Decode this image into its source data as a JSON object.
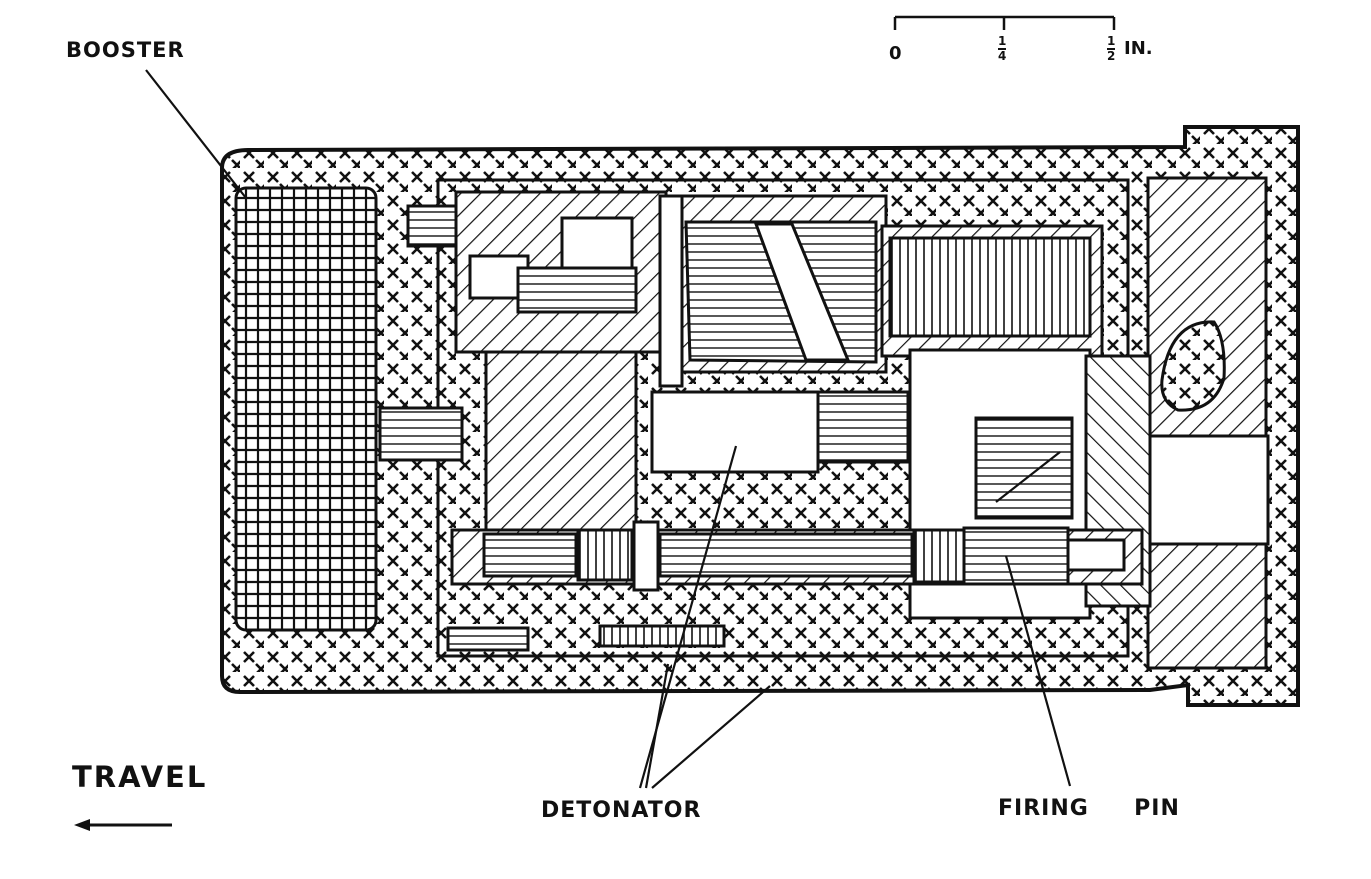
{
  "labels": {
    "booster": "BOOSTER",
    "travel": "TRAVEL",
    "detonator": "DETONATOR",
    "firing_pin": "FIRING  PIN"
  },
  "scale": {
    "zero": "0",
    "quarter_num": "1",
    "quarter_den": "4",
    "half_num": "1",
    "half_den": "2",
    "unit": "IN."
  }
}
